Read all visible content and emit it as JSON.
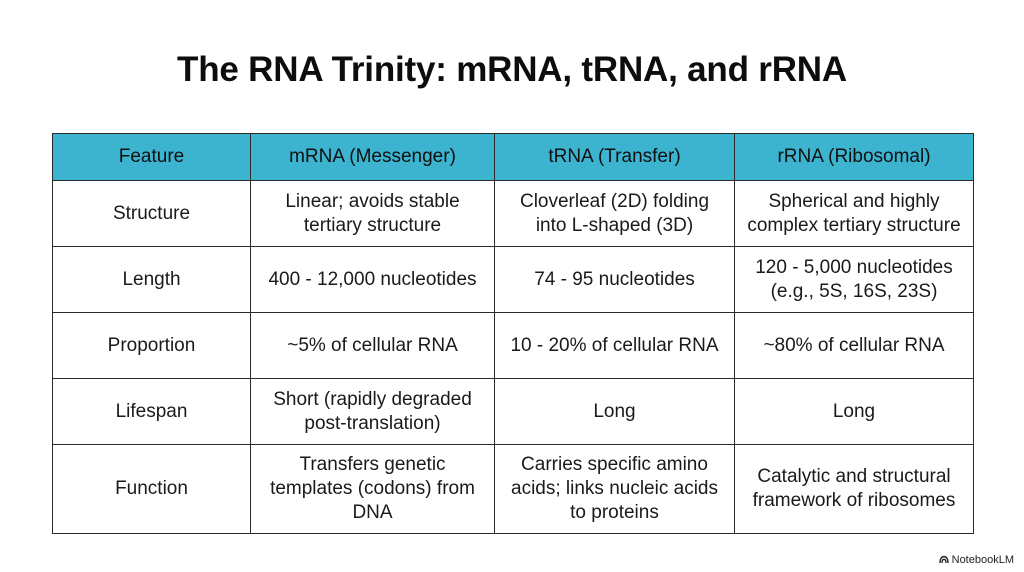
{
  "title": "The RNA Trinity: mRNA, tRNA, and rRNA",
  "table": {
    "headers": [
      "Feature",
      "mRNA (Messenger)",
      "tRNA (Transfer)",
      "rRNA (Ribosomal)"
    ],
    "rows": [
      [
        "Structure",
        "Linear; avoids stable tertiary structure",
        "Cloverleaf (2D) folding into L-shaped (3D)",
        "Spherical and highly complex tertiary structure"
      ],
      [
        "Length",
        "400 - 12,000 nucleotides",
        "74 - 95 nucleotides",
        "120 - 5,000 nucleotides (e.g., 5S, 16S, 23S)"
      ],
      [
        "Proportion",
        "~5% of cellular RNA",
        "10 - 20% of cellular RNA",
        "~80% of cellular RNA"
      ],
      [
        "Lifespan",
        "Short (rapidly degraded post-translation)",
        "Long",
        "Long"
      ],
      [
        "Function",
        "Transfers genetic templates (codons) from DNA",
        "Carries specific amino acids; links nucleic acids to proteins",
        "Catalytic and structural framework of ribosomes"
      ]
    ]
  },
  "brand": {
    "label": "NotebookLM",
    "icon": "notebooklm-logo-icon"
  },
  "colors": {
    "header_bg": "#3cb4d0",
    "border": "#2a2a2a"
  }
}
